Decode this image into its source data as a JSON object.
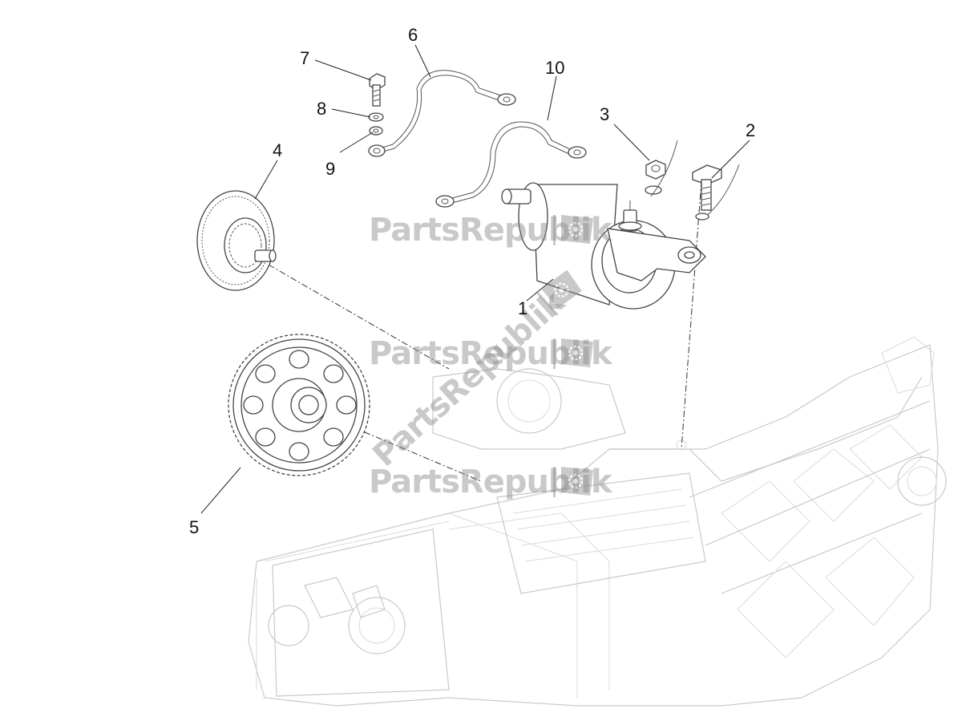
{
  "diagram": {
    "callouts": [
      {
        "id": "c1",
        "label": "1"
      },
      {
        "id": "c2",
        "label": "2"
      },
      {
        "id": "c3",
        "label": "3"
      },
      {
        "id": "c4",
        "label": "4"
      },
      {
        "id": "c5",
        "label": "5"
      },
      {
        "id": "c6",
        "label": "6"
      },
      {
        "id": "c7",
        "label": "7"
      },
      {
        "id": "c8",
        "label": "8"
      },
      {
        "id": "c9",
        "label": "9"
      },
      {
        "id": "c10",
        "label": "10"
      }
    ],
    "watermark": {
      "text": "PartsRepublik",
      "color": "#8a8a8a",
      "icon": "gear-flag-icon"
    },
    "colors": {
      "line": "#444444",
      "ghost_engine": "#c9c9c9",
      "background": "#ffffff"
    }
  }
}
